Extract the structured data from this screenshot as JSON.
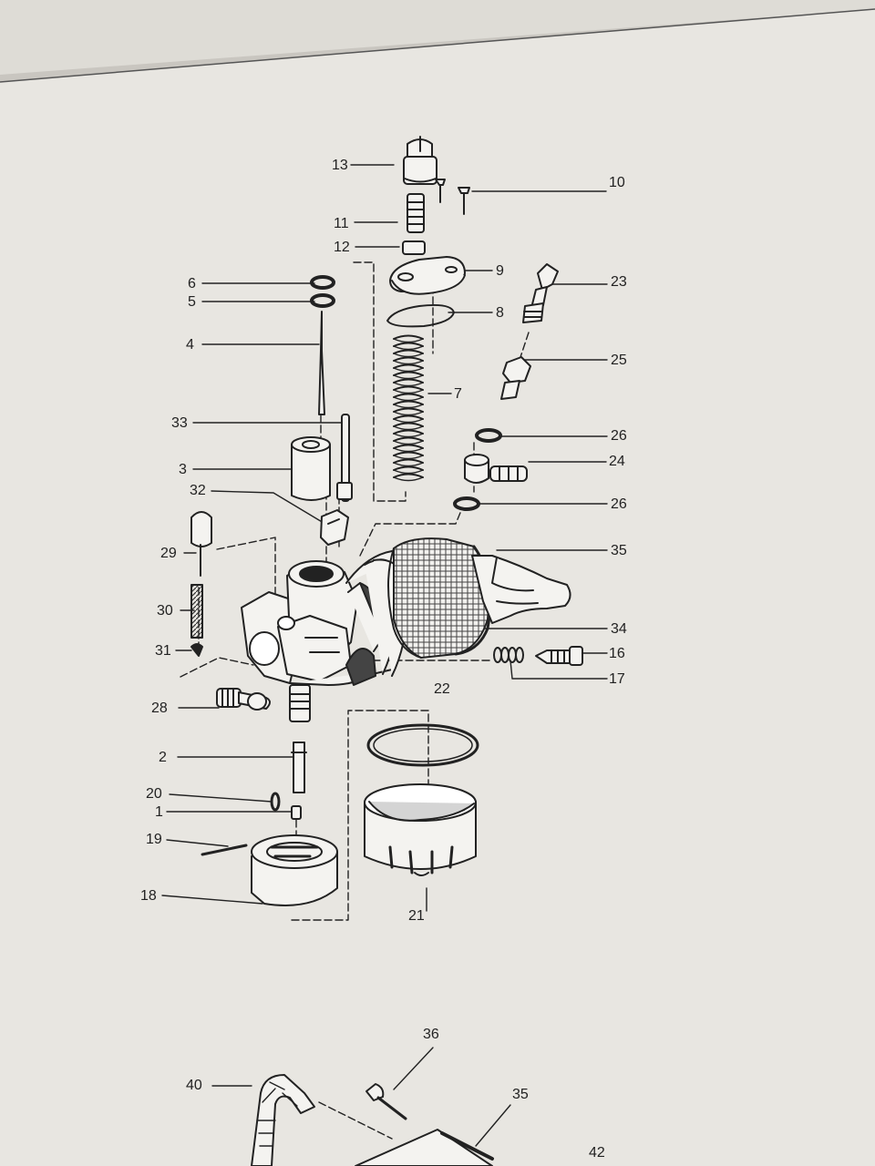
{
  "colors": {
    "paper": "#e8e6e1",
    "ink": "#222222",
    "dark_strip": "#8d8a84"
  },
  "callouts": [
    {
      "id": "lbl-13",
      "text": "13"
    },
    {
      "id": "lbl-10",
      "text": "10"
    },
    {
      "id": "lbl-11",
      "text": "11"
    },
    {
      "id": "lbl-12",
      "text": "12"
    },
    {
      "id": "lbl-9",
      "text": "9"
    },
    {
      "id": "lbl-23",
      "text": "23"
    },
    {
      "id": "lbl-6",
      "text": "6"
    },
    {
      "id": "lbl-5",
      "text": "5"
    },
    {
      "id": "lbl-8",
      "text": "8"
    },
    {
      "id": "lbl-4",
      "text": "4"
    },
    {
      "id": "lbl-25",
      "text": "25"
    },
    {
      "id": "lbl-7",
      "text": "7"
    },
    {
      "id": "lbl-33",
      "text": "33"
    },
    {
      "id": "lbl-26a",
      "text": "26"
    },
    {
      "id": "lbl-24",
      "text": "24"
    },
    {
      "id": "lbl-3",
      "text": "3"
    },
    {
      "id": "lbl-32",
      "text": "32"
    },
    {
      "id": "lbl-26b",
      "text": "26"
    },
    {
      "id": "lbl-29",
      "text": "29"
    },
    {
      "id": "lbl-35a",
      "text": "35"
    },
    {
      "id": "lbl-30",
      "text": "30"
    },
    {
      "id": "lbl-34",
      "text": "34"
    },
    {
      "id": "lbl-31",
      "text": "31"
    },
    {
      "id": "lbl-16",
      "text": "16"
    },
    {
      "id": "lbl-17",
      "text": "17"
    },
    {
      "id": "lbl-22",
      "text": "22"
    },
    {
      "id": "lbl-28",
      "text": "28"
    },
    {
      "id": "lbl-2",
      "text": "2"
    },
    {
      "id": "lbl-20",
      "text": "20"
    },
    {
      "id": "lbl-1",
      "text": "1"
    },
    {
      "id": "lbl-19",
      "text": "19"
    },
    {
      "id": "lbl-18",
      "text": "18"
    },
    {
      "id": "lbl-21",
      "text": "21"
    },
    {
      "id": "lbl-36",
      "text": "36"
    },
    {
      "id": "lbl-40",
      "text": "40"
    },
    {
      "id": "lbl-35b",
      "text": "35"
    },
    {
      "id": "lbl-42",
      "text": "42"
    }
  ]
}
